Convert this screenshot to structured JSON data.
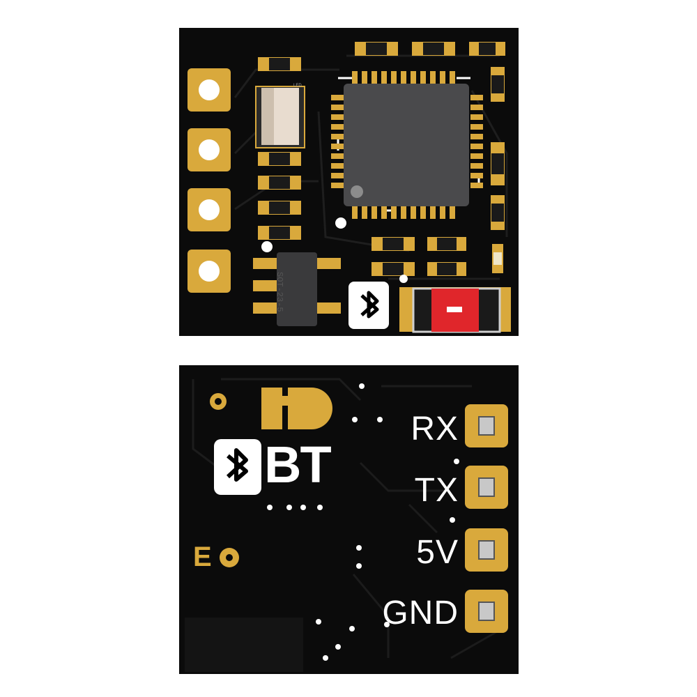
{
  "top_board": {
    "chip_marking": "SOT-23-5",
    "led_marking": "LED",
    "bt_icon": "bluetooth-icon"
  },
  "bottom_board": {
    "brand_icon": "bluetooth-icon",
    "brand_text": "BT",
    "pad_label_e": "E",
    "pins": [
      {
        "label": "RX"
      },
      {
        "label": "TX"
      },
      {
        "label": "5V"
      },
      {
        "label": "GND"
      }
    ]
  },
  "colors": {
    "pcb": "#0b0b0b",
    "gold": "#d9a93c",
    "silkscreen": "#ffffff",
    "led_red": "#e0262b"
  }
}
